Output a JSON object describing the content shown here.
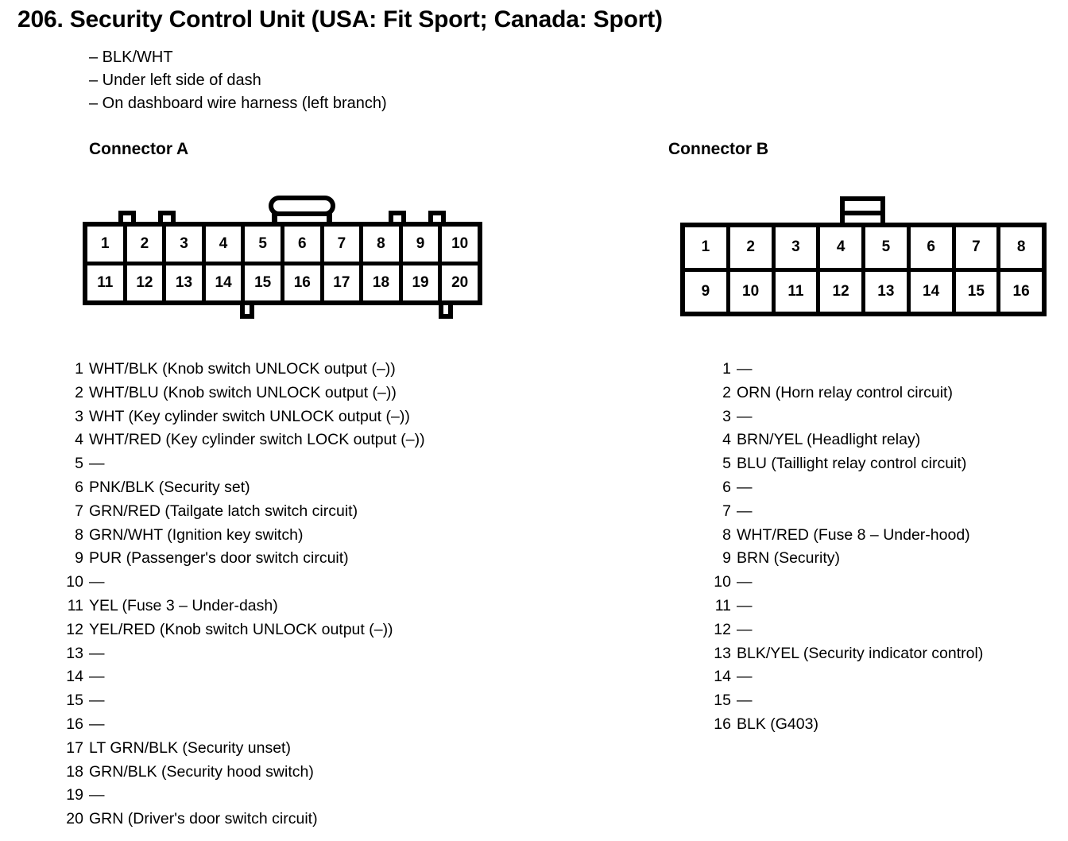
{
  "page": {
    "title": "206. Security Control Unit (USA: Fit Sport; Canada: Sport)",
    "specs": [
      "– BLK/WHT",
      "– Under left side of dash",
      "– On dashboard wire harness (left branch)"
    ]
  },
  "connector_a": {
    "heading": "Connector A",
    "diagram": {
      "columns": 10,
      "rows": 2,
      "row_top": [
        "1",
        "2",
        "3",
        "4",
        "5",
        "6",
        "7",
        "8",
        "9",
        "10"
      ],
      "row_bottom": [
        "11",
        "12",
        "13",
        "14",
        "15",
        "16",
        "17",
        "18",
        "19",
        "20"
      ]
    },
    "pins": [
      {
        "num": "1",
        "desc": "WHT/BLK (Knob switch UNLOCK output (–))"
      },
      {
        "num": "2",
        "desc": "WHT/BLU (Knob switch UNLOCK output (–))"
      },
      {
        "num": "3",
        "desc": "WHT (Key cylinder switch UNLOCK output (–))"
      },
      {
        "num": "4",
        "desc": "WHT/RED (Key cylinder switch LOCK output (–))"
      },
      {
        "num": "5",
        "desc": "—"
      },
      {
        "num": "6",
        "desc": "PNK/BLK (Security set)"
      },
      {
        "num": "7",
        "desc": "GRN/RED (Tailgate latch switch circuit)"
      },
      {
        "num": "8",
        "desc": "GRN/WHT (Ignition key switch)"
      },
      {
        "num": "9",
        "desc": "PUR (Passenger's door switch circuit)"
      },
      {
        "num": "10",
        "desc": "—"
      },
      {
        "num": "11",
        "desc": "YEL (Fuse 3 – Under-dash)"
      },
      {
        "num": "12",
        "desc": "YEL/RED (Knob switch UNLOCK output (–))"
      },
      {
        "num": "13",
        "desc": "—"
      },
      {
        "num": "14",
        "desc": "—"
      },
      {
        "num": "15",
        "desc": "—"
      },
      {
        "num": "16",
        "desc": "—"
      },
      {
        "num": "17",
        "desc": "LT GRN/BLK (Security unset)"
      },
      {
        "num": "18",
        "desc": "GRN/BLK (Security hood switch)"
      },
      {
        "num": "19",
        "desc": "—"
      },
      {
        "num": "20",
        "desc": "GRN (Driver's door switch circuit)"
      }
    ]
  },
  "connector_b": {
    "heading": "Connector B",
    "diagram": {
      "columns": 8,
      "rows": 2,
      "row_top": [
        "1",
        "2",
        "3",
        "4",
        "5",
        "6",
        "7",
        "8"
      ],
      "row_bottom": [
        "9",
        "10",
        "11",
        "12",
        "13",
        "14",
        "15",
        "16"
      ]
    },
    "pins": [
      {
        "num": "1",
        "desc": "—"
      },
      {
        "num": "2",
        "desc": "ORN (Horn relay control circuit)"
      },
      {
        "num": "3",
        "desc": "—"
      },
      {
        "num": "4",
        "desc": "BRN/YEL (Headlight relay)"
      },
      {
        "num": "5",
        "desc": "BLU (Taillight relay control circuit)"
      },
      {
        "num": "6",
        "desc": "—"
      },
      {
        "num": "7",
        "desc": "—"
      },
      {
        "num": "8",
        "desc": "WHT/RED (Fuse 8 – Under-hood)"
      },
      {
        "num": "9",
        "desc": "BRN (Security)"
      },
      {
        "num": "10",
        "desc": "—"
      },
      {
        "num": "11",
        "desc": "—"
      },
      {
        "num": "12",
        "desc": "—"
      },
      {
        "num": "13",
        "desc": "BLK/YEL (Security indicator control)"
      },
      {
        "num": "14",
        "desc": "—"
      },
      {
        "num": "15",
        "desc": "—"
      },
      {
        "num": "16",
        "desc": "BLK (G403)"
      }
    ]
  },
  "colors": {
    "ink": "#000000",
    "paper": "#ffffff"
  }
}
